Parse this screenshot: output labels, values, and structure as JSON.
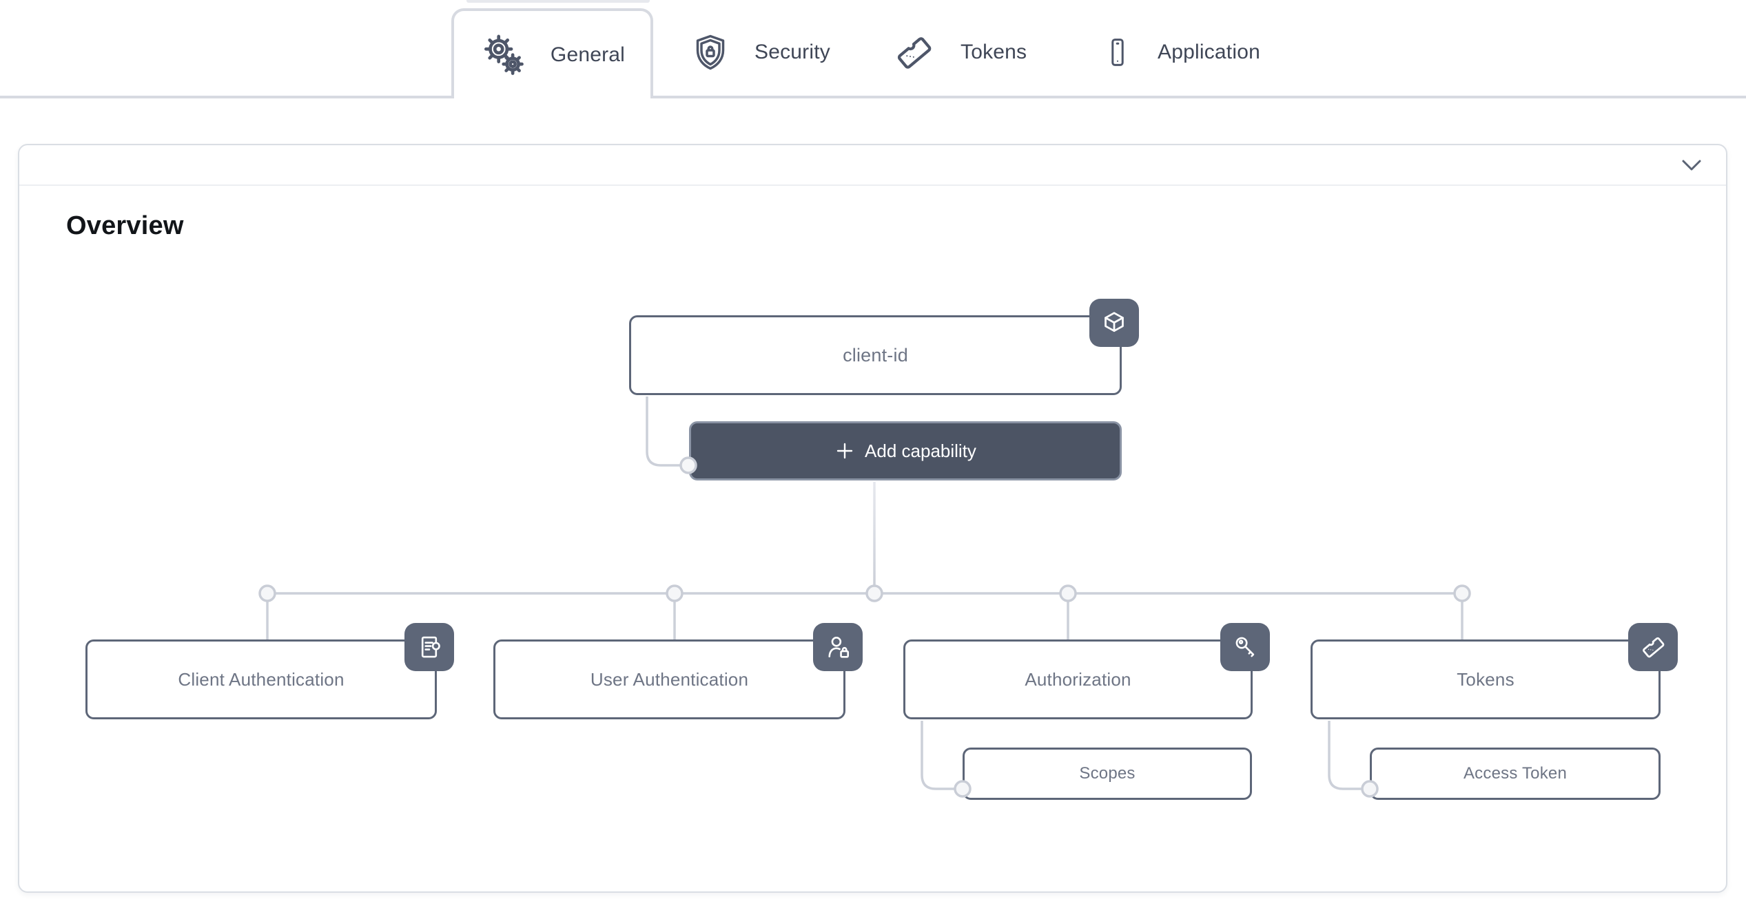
{
  "tab_bar": {
    "tabs": [
      {
        "label": "General",
        "icon": "gears-icon",
        "active": true
      },
      {
        "label": "Security",
        "icon": "shield-lock-icon",
        "active": false
      },
      {
        "label": "Tokens",
        "icon": "ticket-icon",
        "active": false
      },
      {
        "label": "Application",
        "icon": "smartphone-icon",
        "active": false
      }
    ]
  },
  "panel": {
    "section_title": "Overview",
    "collapse_icon": "chevron-down-icon"
  },
  "diagram": {
    "root": {
      "label": "client-id",
      "icon": "package-icon"
    },
    "add_capability": {
      "label": "Add capability",
      "icon": "plus-icon"
    },
    "capabilities": [
      {
        "label": "Client Authentication",
        "icon": "credentials-icon"
      },
      {
        "label": "User Authentication",
        "icon": "user-lock-icon"
      },
      {
        "label": "Authorization",
        "icon": "key-icon"
      },
      {
        "label": "Tokens",
        "icon": "ticket-icon"
      }
    ],
    "subnodes": [
      {
        "label": "Scopes",
        "parent": "Authorization"
      },
      {
        "label": "Access Token",
        "parent": "Tokens"
      }
    ]
  },
  "colors": {
    "node_border": "#5d6678",
    "badge_bg": "#5d6678",
    "node_text": "#6e7585",
    "button_bg": "#4c5464",
    "button_border": "#8a93a4",
    "connector": "#ccd0d9",
    "tab_line": "#d7dae1",
    "tab_text": "#3f4656",
    "tab_icon": "#4e5669"
  }
}
